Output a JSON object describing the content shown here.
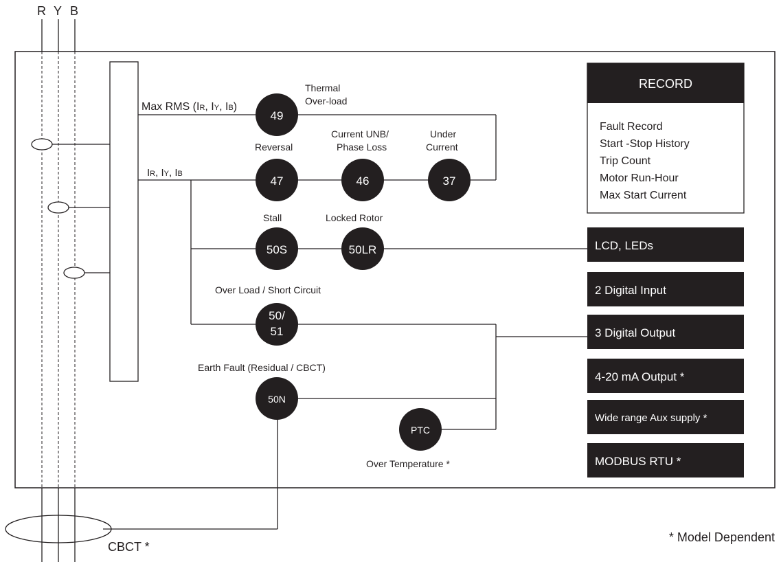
{
  "phases": [
    "R",
    "Y",
    "B"
  ],
  "signals": {
    "max_rms": "Max RMS (IR, IY, IB)",
    "phase_currents": "IR, IY, IB"
  },
  "relays": [
    {
      "code": "49",
      "label": "Thermal\nOver-load"
    },
    {
      "code": "47",
      "label": "Reversal"
    },
    {
      "code": "46",
      "label": "Current UNB/\nPhase Loss"
    },
    {
      "code": "37",
      "label": "Under\nCurrent"
    },
    {
      "code": "50S",
      "label": "Stall"
    },
    {
      "code": "50LR",
      "label": "Locked Rotor"
    },
    {
      "code": "50/\n51",
      "label": "Over Load / Short Circuit"
    },
    {
      "code": "50N",
      "label": "Earth Fault (Residual / CBCT)"
    },
    {
      "code": "PTC",
      "label": "Over Temperature *"
    }
  ],
  "record": {
    "title": "RECORD",
    "items": [
      "Fault Record",
      "Start -Stop History",
      "Trip Count",
      "Motor Run-Hour",
      "Max Start Current"
    ]
  },
  "outputs": [
    "LCD, LEDs",
    "2 Digital Input",
    "3 Digital Output",
    "4-20 mA Output *",
    "Wide range Aux supply *",
    "MODBUS RTU *"
  ],
  "cbct_label": "CBCT *",
  "footnote": "* Model Dependent",
  "colors": {
    "ink": "#231f20",
    "background": "#ffffff"
  }
}
